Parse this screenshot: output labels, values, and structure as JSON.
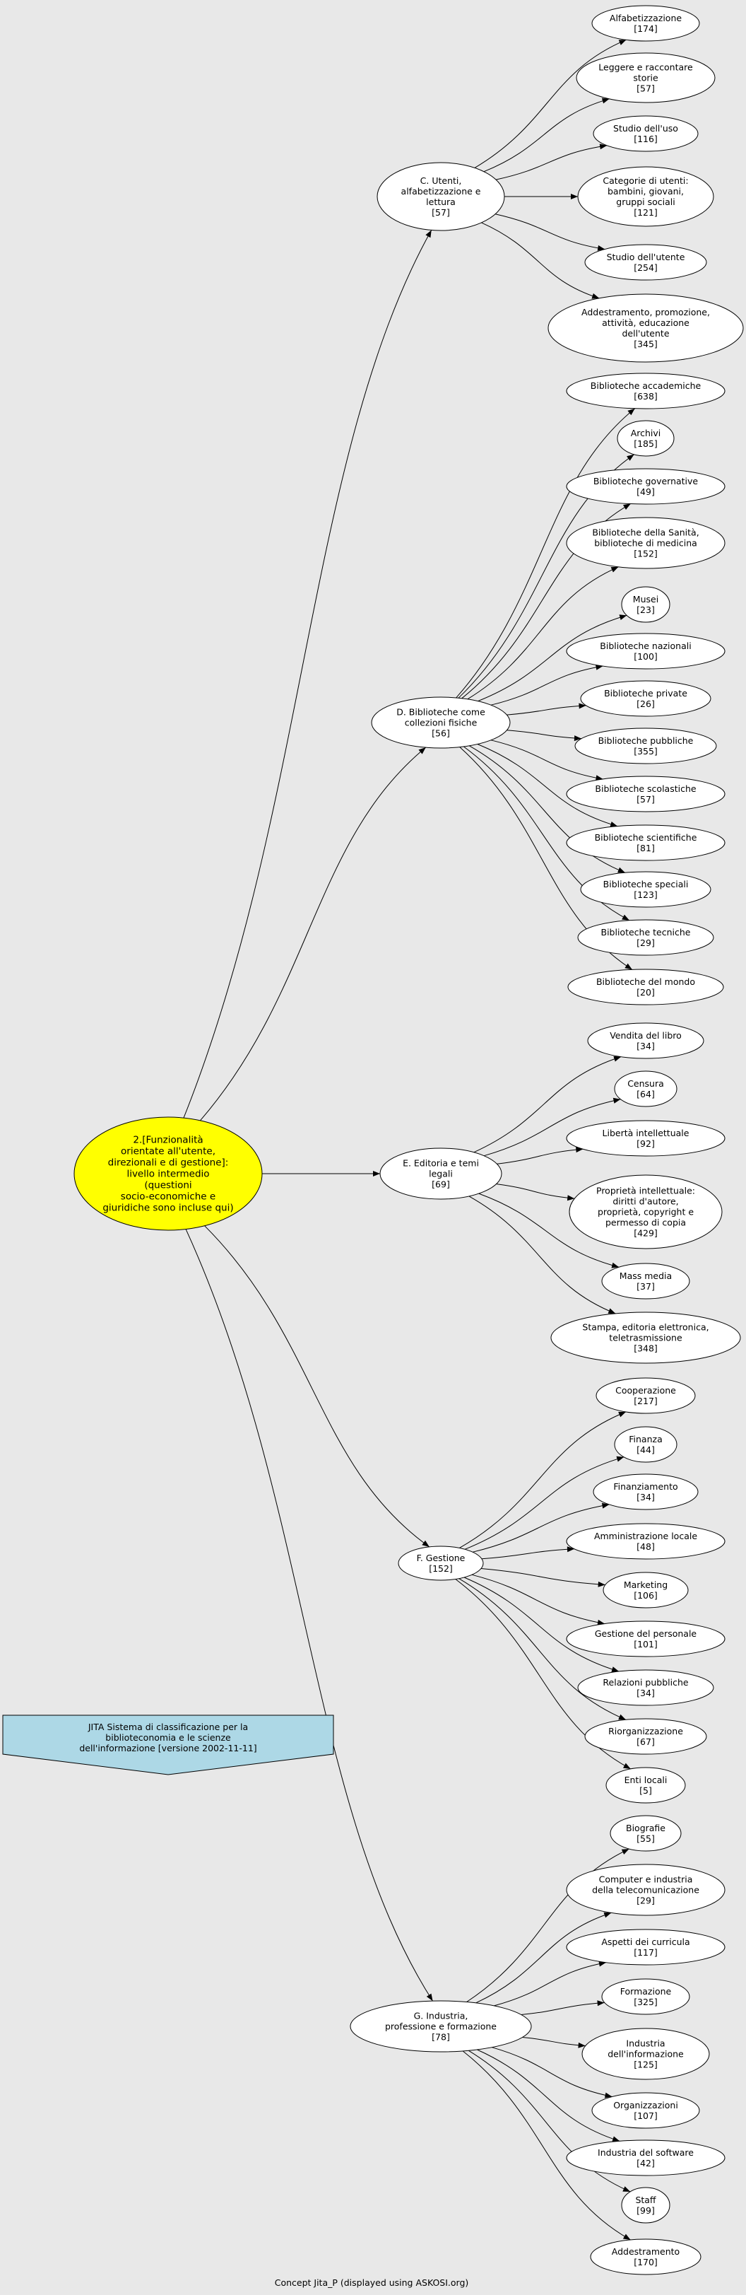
{
  "root": {
    "lines": [
      "2.[Funzionalità",
      "orientate all'utente,",
      "direzionali e di gestione]:",
      "livello intermedio",
      "(questioni",
      "socio-economiche e",
      "giuridiche sono incluse qui)"
    ],
    "fill": "#ffff00"
  },
  "branches": [
    {
      "id": "C",
      "lines": [
        "C. Utenti,",
        "alfabetizzazione e",
        "lettura",
        "[57]"
      ],
      "children": [
        {
          "lines": [
            "Alfabetizzazione",
            "[174]"
          ]
        },
        {
          "lines": [
            "Leggere e raccontare",
            "storie",
            "[57]"
          ]
        },
        {
          "lines": [
            "Studio dell'uso",
            "[116]"
          ]
        },
        {
          "lines": [
            "Categorie di utenti:",
            "bambini, giovani,",
            "gruppi sociali",
            "[121]"
          ]
        },
        {
          "lines": [
            "Studio dell'utente",
            "[254]"
          ]
        },
        {
          "lines": [
            "Addestramento, promozione,",
            "attività, educazione",
            "dell'utente",
            "[345]"
          ]
        }
      ]
    },
    {
      "id": "D",
      "lines": [
        "D. Biblioteche come",
        "collezioni fisiche",
        "[56]"
      ],
      "children": [
        {
          "lines": [
            "Biblioteche accademiche",
            "[638]"
          ]
        },
        {
          "lines": [
            "Archivi",
            "[185]"
          ]
        },
        {
          "lines": [
            "Biblioteche governative",
            "[49]"
          ]
        },
        {
          "lines": [
            "Biblioteche della Sanità,",
            "biblioteche di medicina",
            "[152]"
          ]
        },
        {
          "lines": [
            "Musei",
            "[23]"
          ]
        },
        {
          "lines": [
            "Biblioteche nazionali",
            "[100]"
          ]
        },
        {
          "lines": [
            "Biblioteche private",
            "[26]"
          ]
        },
        {
          "lines": [
            "Biblioteche pubbliche",
            "[355]"
          ]
        },
        {
          "lines": [
            "Biblioteche scolastiche",
            "[57]"
          ]
        },
        {
          "lines": [
            "Biblioteche scientifiche",
            "[81]"
          ]
        },
        {
          "lines": [
            "Biblioteche speciali",
            "[123]"
          ]
        },
        {
          "lines": [
            "Biblioteche tecniche",
            "[29]"
          ]
        },
        {
          "lines": [
            "Biblioteche del mondo",
            "[20]"
          ]
        }
      ]
    },
    {
      "id": "E",
      "lines": [
        "E. Editoria e temi",
        "legali",
        "[69]"
      ],
      "children": [
        {
          "lines": [
            "Vendita del libro",
            "[34]"
          ]
        },
        {
          "lines": [
            "Censura",
            "[64]"
          ]
        },
        {
          "lines": [
            "Libertà intellettuale",
            "[92]"
          ]
        },
        {
          "lines": [
            "Proprietà intellettuale:",
            "diritti d'autore,",
            "proprietà, copyright e",
            "permesso di copia",
            "[429]"
          ]
        },
        {
          "lines": [
            "Mass media",
            "[37]"
          ]
        },
        {
          "lines": [
            "Stampa, editoria elettronica,",
            "teletrasmissione",
            "[348]"
          ]
        }
      ]
    },
    {
      "id": "F",
      "lines": [
        "F. Gestione",
        "[152]"
      ],
      "children": [
        {
          "lines": [
            "Cooperazione",
            "[217]"
          ]
        },
        {
          "lines": [
            "Finanza",
            "[44]"
          ]
        },
        {
          "lines": [
            "Finanziamento",
            "[34]"
          ]
        },
        {
          "lines": [
            "Amministrazione locale",
            "[48]"
          ]
        },
        {
          "lines": [
            "Marketing",
            "[106]"
          ]
        },
        {
          "lines": [
            "Gestione del personale",
            "[101]"
          ]
        },
        {
          "lines": [
            "Relazioni pubbliche",
            "[34]"
          ]
        },
        {
          "lines": [
            "Riorganizzazione",
            "[67]"
          ]
        },
        {
          "lines": [
            "Enti locali",
            "[5]"
          ]
        }
      ]
    },
    {
      "id": "G",
      "lines": [
        "G. Industria,",
        "professione e formazione",
        "[78]"
      ],
      "children": [
        {
          "lines": [
            "Biografie",
            "[55]"
          ]
        },
        {
          "lines": [
            "Computer e industria",
            "della telecomunicazione",
            "[29]"
          ]
        },
        {
          "lines": [
            "Aspetti dei curricula",
            "[117]"
          ]
        },
        {
          "lines": [
            "Formazione",
            "[325]"
          ]
        },
        {
          "lines": [
            "Industria",
            "dell'informazione",
            "[125]"
          ]
        },
        {
          "lines": [
            "Organizzazioni",
            "[107]"
          ]
        },
        {
          "lines": [
            "Industria del software",
            "[42]"
          ]
        },
        {
          "lines": [
            "Staff",
            "[99]"
          ]
        },
        {
          "lines": [
            "Addestramento",
            "[170]"
          ]
        }
      ]
    }
  ],
  "banner": {
    "lines": [
      "JITA Sistema di classificazione per la",
      "biblioteconomia e le scienze",
      "dell'informazione [versione 2002-11-11]"
    ],
    "fill": "#add8e6"
  },
  "caption": "Concept Jita_P (displayed using ASKOSI.org)"
}
